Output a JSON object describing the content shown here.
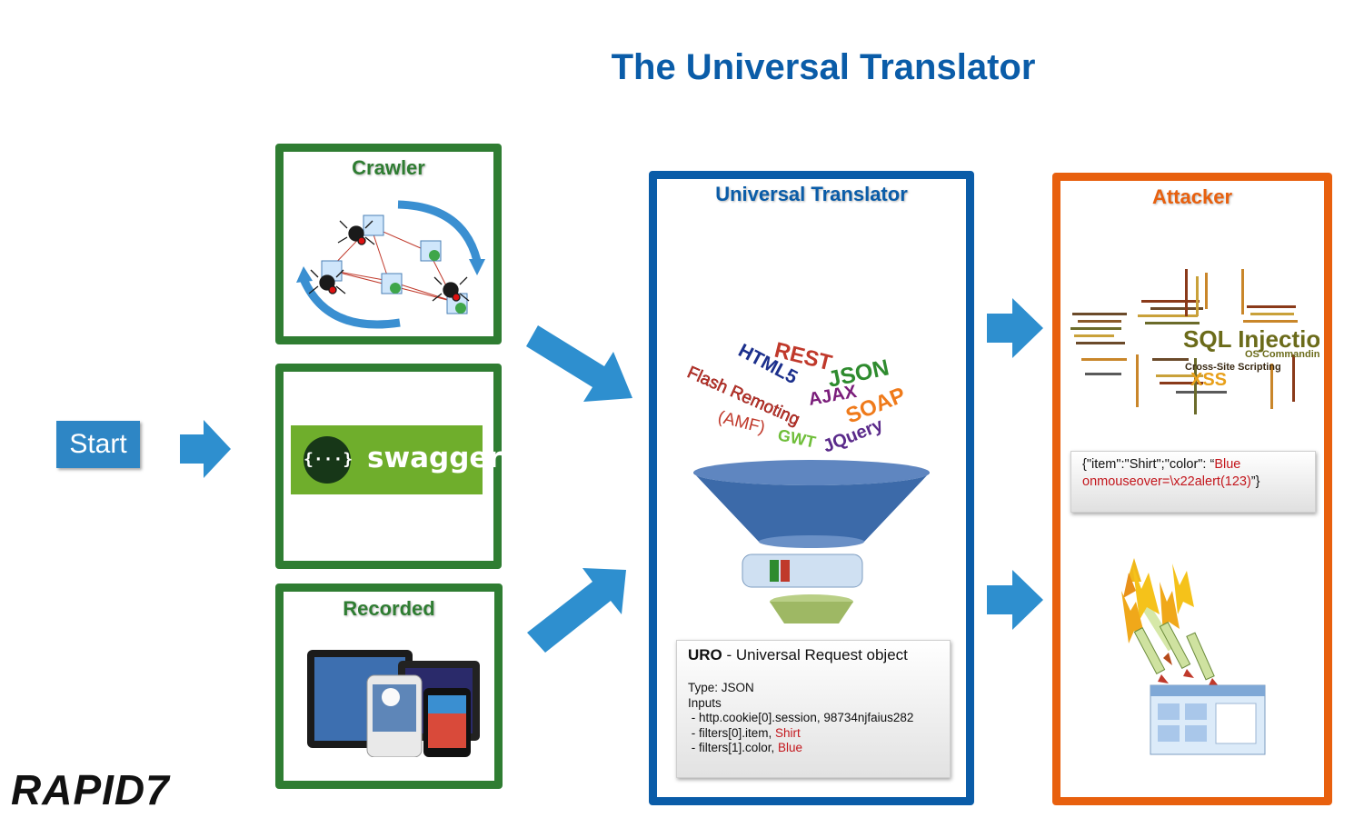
{
  "title": "The Universal Translator",
  "start_label": "Start",
  "sources": {
    "crawler": "Crawler",
    "swagger": "swagger",
    "swagger_logo": "{···}",
    "recorded": "Recorded"
  },
  "translator": {
    "title": "Universal Translator",
    "formats": [
      "REST",
      "HTML5",
      "JSON",
      "Flash Remoting",
      "AJAX",
      "SOAP",
      "(AMF)",
      "GWT",
      "JQuery"
    ],
    "uro": {
      "heading_bold": "URO",
      "heading_rest": " - Universal Request object",
      "type": "Type: JSON",
      "inputs": "Inputs",
      "cookie": " - http.cookie[0].session, 98734njfaius282",
      "item_prefix": " - filters[0].item, ",
      "item_value": "Shirt",
      "color_prefix": " - filters[1].color, ",
      "color_value": "Blue"
    }
  },
  "attacker": {
    "title": "Attacker",
    "cloud_big": [
      "SQL Injection",
      "Cross-Site Scripting",
      "XSS",
      "OS Commanding"
    ],
    "payload_line1_black": "{\"item\":\"Shirt\";\"color\": “",
    "payload_line1_red": "Blue",
    "payload_line2_red": "onmouseover=\\x22alert(123)",
    "payload_line2_black": "”}"
  },
  "brand": "RAPID7",
  "colors": {
    "title_blue": "#0a5ca8",
    "arrow_blue": "#2e8fcf",
    "green": "#2f7d32",
    "translator_blue": "#0a5ca8",
    "attacker_orange": "#e8600e",
    "red": "#c3161c"
  }
}
